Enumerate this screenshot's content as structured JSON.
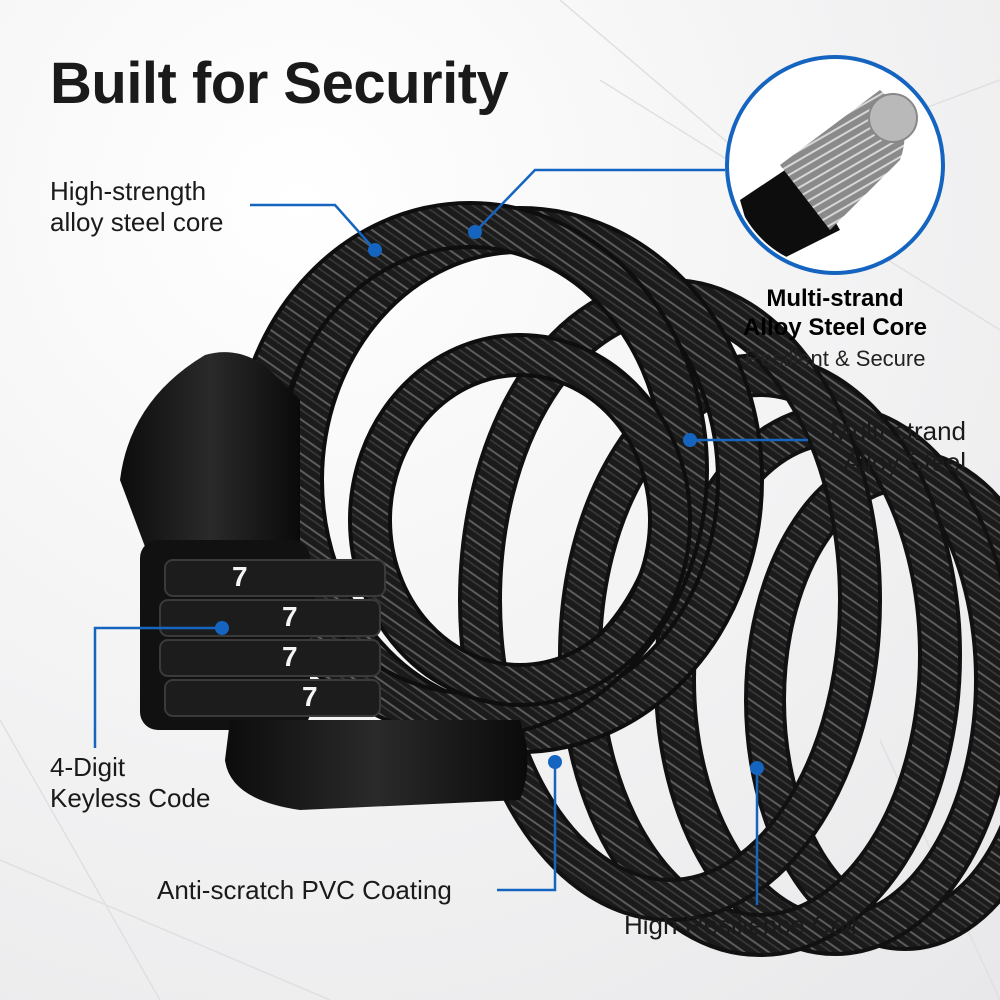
{
  "title": "Built for Security",
  "labels": {
    "core": [
      "High-strength",
      "alloy steel core"
    ],
    "multi_strand": [
      "Multi-strand",
      "Alloy Steel"
    ],
    "keyless": [
      "4-Digit",
      "Keyless Code"
    ],
    "coating": "Anti-scratch PVC Coating",
    "coil": "High Resilience Coil"
  },
  "callout": {
    "heading_line1": "Multi-strand",
    "heading_line2": "Alloy Steel Core",
    "subtext": "Resilient & Secure"
  },
  "lock_digits": [
    "7",
    "7",
    "7",
    "7"
  ],
  "colors": {
    "accent": "#1565c0",
    "cable": "#151515",
    "text": "#1a1a1a"
  }
}
